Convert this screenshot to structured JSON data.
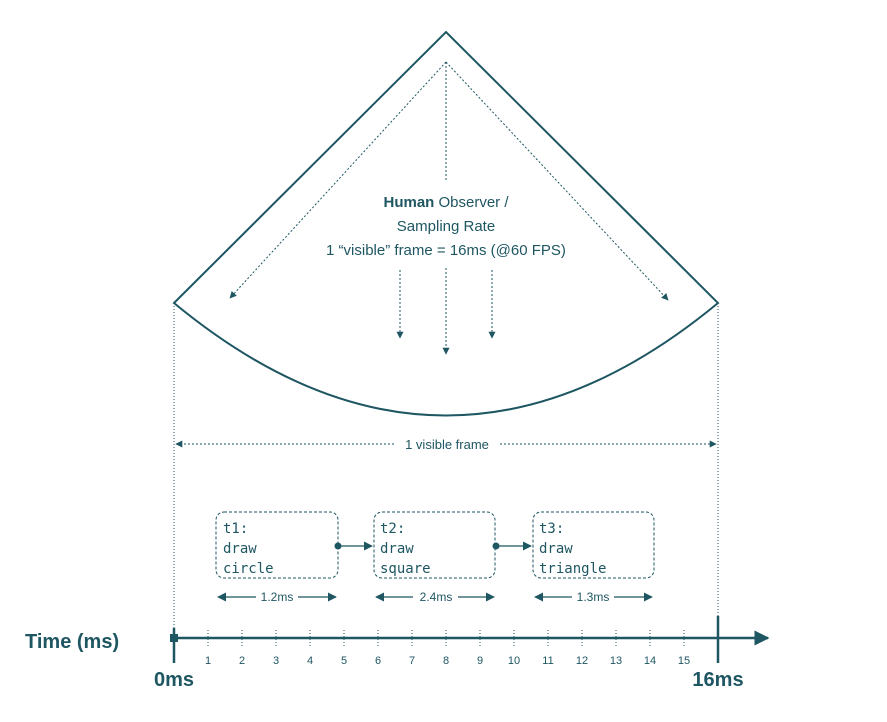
{
  "colors": {
    "primary": "#1e5662"
  },
  "observer": {
    "label_bold": "Human",
    "label_rest": " Observer /",
    "line2": "Sampling Rate",
    "line3": "1 “visible” frame = 16ms (@60 FPS)"
  },
  "frame_span": {
    "label": "1 visible frame"
  },
  "tasks": [
    {
      "id": "t1:",
      "verb": "draw",
      "object": "circle",
      "duration": "1.2ms"
    },
    {
      "id": "t2:",
      "verb": "draw",
      "object": "square",
      "duration": "2.4ms"
    },
    {
      "id": "t3:",
      "verb": "draw",
      "object": "triangle",
      "duration": "1.3ms"
    }
  ],
  "timeline": {
    "axis_label": "Time (ms)",
    "start_label": "0ms",
    "end_label": "16ms",
    "ticks": [
      "1",
      "2",
      "3",
      "4",
      "5",
      "6",
      "7",
      "8",
      "9",
      "10",
      "11",
      "12",
      "13",
      "14",
      "15"
    ]
  }
}
